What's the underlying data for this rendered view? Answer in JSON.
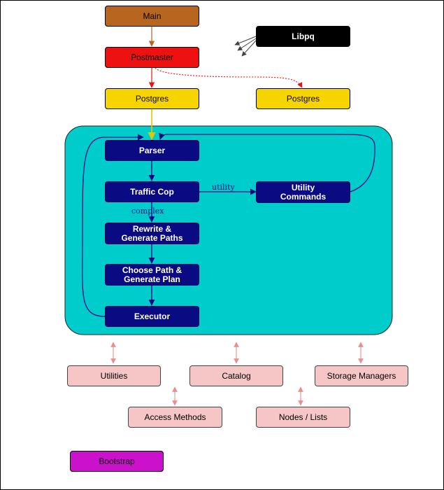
{
  "nodes": {
    "main": "Main",
    "postmaster": "Postmaster",
    "libpq": "Libpq",
    "postgres_left": "Postgres",
    "postgres_right": "Postgres",
    "parser": "Parser",
    "traffic_cop": "Traffic Cop",
    "utility_commands": "Utility\nCommands",
    "rewrite": "Rewrite &\nGenerate Paths",
    "choose_path": "Choose Path &\nGenerate Plan",
    "executor": "Executor",
    "utilities": "Utilities",
    "catalog": "Catalog",
    "storage_managers": "Storage Managers",
    "access_methods": "Access Methods",
    "nodes_lists": "Nodes / Lists",
    "bootstrap": "Bootstrap"
  },
  "edge_labels": {
    "utility": "utility",
    "complex": "complex"
  },
  "colors": {
    "main": "#b8651f",
    "postmaster": "#ee1111",
    "libpq": "#000000",
    "postgres": "#f5d400",
    "process_area": "#00cccc",
    "stage": "#0a0a82",
    "module": "#f6c6c6",
    "bootstrap": "#cc11cc"
  }
}
